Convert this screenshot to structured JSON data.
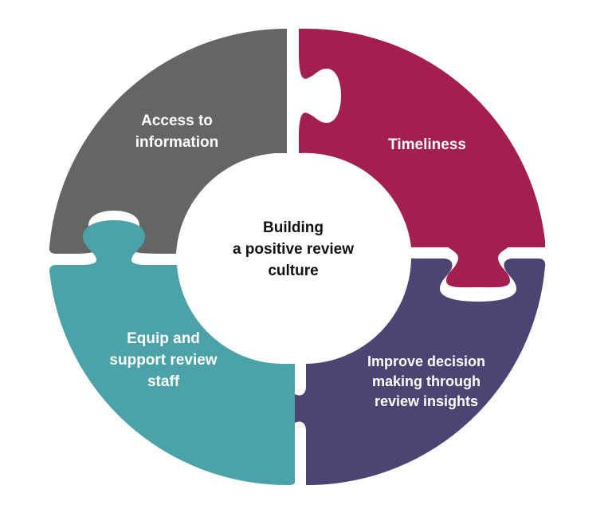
{
  "center": {
    "lines": [
      "Building",
      "a positive review",
      "culture"
    ]
  },
  "pieces": {
    "access": {
      "lines": [
        "Access to",
        "information"
      ],
      "color": "#646567"
    },
    "timeliness": {
      "lines": [
        "Timeliness"
      ],
      "color": "#A31F4F"
    },
    "improve": {
      "lines": [
        "Improve decision",
        "making through",
        "review insights"
      ],
      "color": "#4A4572"
    },
    "equip": {
      "lines": [
        "Equip and",
        "support review",
        "staff"
      ],
      "color": "#4BA3A9"
    }
  }
}
